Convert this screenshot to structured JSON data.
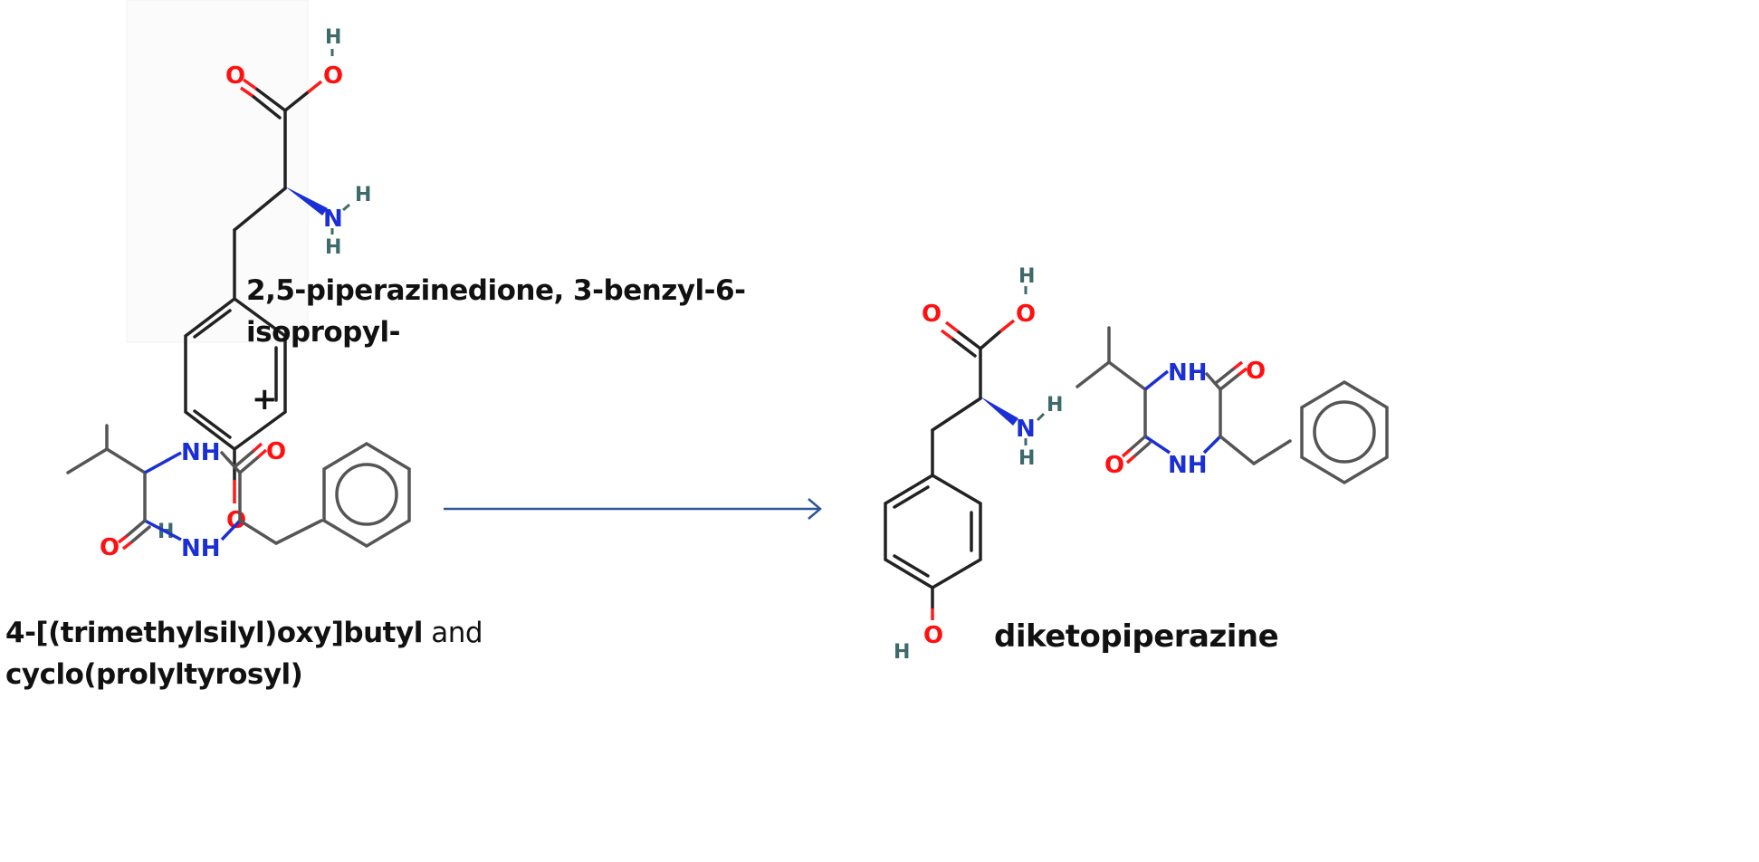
{
  "reactant1": {
    "name_line1": "2,5-piperazinedione, 3-benzyl-6-",
    "name_line2": "isopropyl-"
  },
  "plus_sign": "+",
  "reactant2": {
    "name_bold": "4-[(trimethylsilyl)oxy]butyl",
    "name_conj": " and",
    "name_line2": "cyclo(prolyltyrosyl)"
  },
  "product": {
    "name": "diketopiperazine"
  },
  "atoms": {
    "O": "O",
    "H": "H",
    "N": "N",
    "NH": "NH"
  },
  "colors": {
    "arrow": "#2f5597",
    "oxygen": "#ff1010",
    "nitrogen": "#1a2fd6",
    "hydrogen": "#3d6a6a"
  }
}
